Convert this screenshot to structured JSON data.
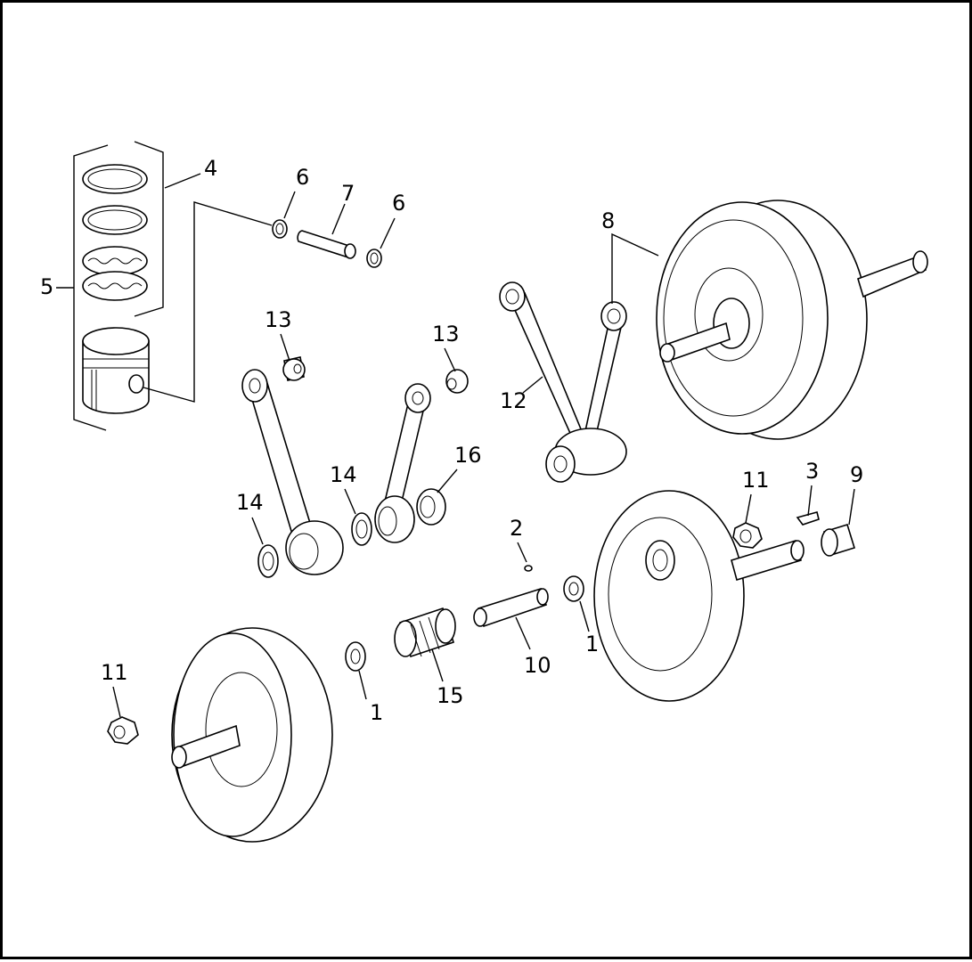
{
  "diagram": {
    "callouts": [
      "1",
      "1",
      "2",
      "3",
      "4",
      "5",
      "6",
      "6",
      "7",
      "8",
      "9",
      "10",
      "11",
      "11",
      "12",
      "13",
      "13",
      "14",
      "14",
      "15",
      "16"
    ]
  }
}
